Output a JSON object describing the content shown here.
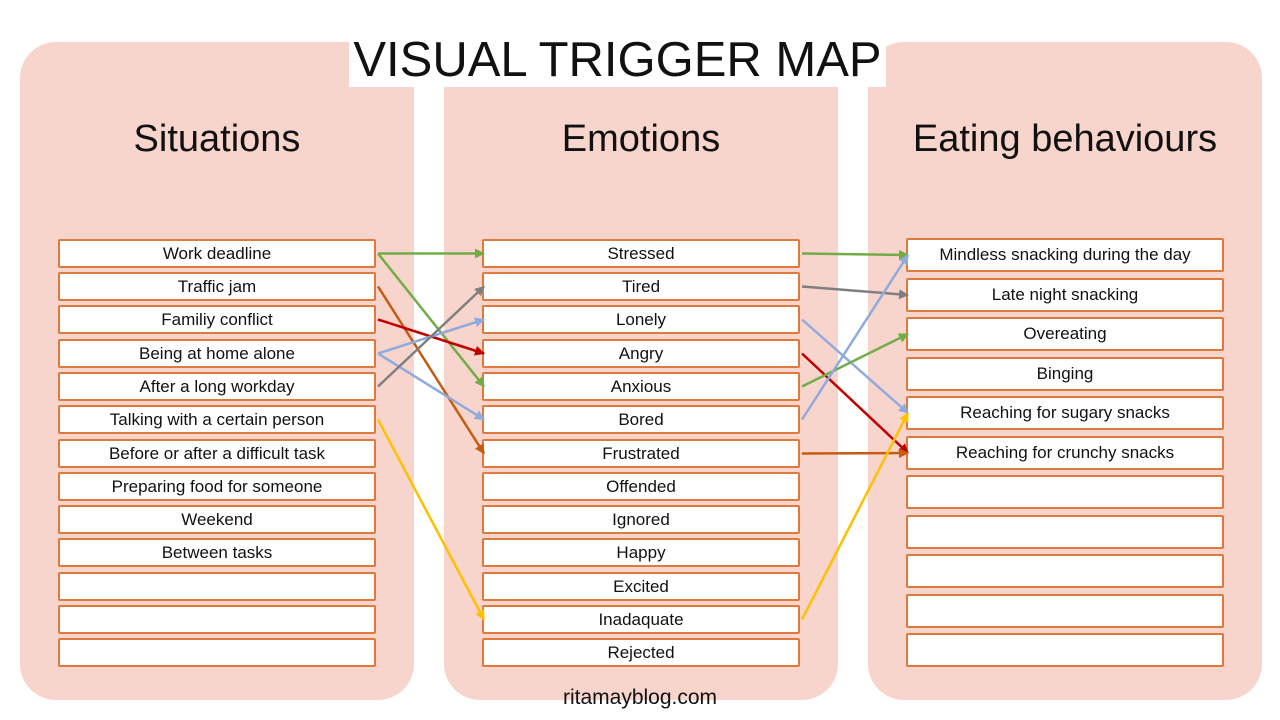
{
  "title": "VISUAL TRIGGER MAP",
  "columns": {
    "situations": {
      "header": "Situations",
      "items": [
        "Work deadline",
        "Traffic jam",
        "Familiy conflict",
        "Being at home alone",
        "After a long workday",
        "Talking with a certain person",
        "Before or after a difficult task",
        "Preparing food for someone",
        "Weekend",
        "Between tasks",
        "",
        "",
        ""
      ]
    },
    "emotions": {
      "header": "Emotions",
      "items": [
        "Stressed",
        "Tired",
        "Lonely",
        "Angry",
        "Anxious",
        "Bored",
        "Frustrated",
        "Offended",
        "Ignored",
        "Happy",
        "Excited",
        "Inadaquate",
        "Rejected"
      ]
    },
    "behaviours": {
      "header": "Eating behaviours",
      "items": [
        "Mindless snacking during the day",
        "Late night snacking",
        "Overeating",
        "Binging",
        "Reaching for sugary snacks",
        "Reaching for crunchy snacks",
        "",
        "",
        "",
        "",
        ""
      ]
    }
  },
  "links": [
    {
      "from": "Work deadline",
      "to": "Stressed",
      "color": "#70ad47"
    },
    {
      "from": "Work deadline",
      "to": "Anxious",
      "color": "#70ad47"
    },
    {
      "from": "Traffic jam",
      "to": "Frustrated",
      "color": "#c55a11"
    },
    {
      "from": "Familiy conflict",
      "to": "Angry",
      "color": "#c00000"
    },
    {
      "from": "Being at home alone",
      "to": "Lonely",
      "color": "#8faadc"
    },
    {
      "from": "Being at home alone",
      "to": "Bored",
      "color": "#8faadc"
    },
    {
      "from": "After a long workday",
      "to": "Tired",
      "color": "#7f7f7f"
    },
    {
      "from": "Talking with a certain person",
      "to": "Inadaquate",
      "color": "#ffc000"
    },
    {
      "from": "Stressed",
      "to": "Mindless snacking during the day",
      "color": "#70ad47"
    },
    {
      "from": "Tired",
      "to": "Late night snacking",
      "color": "#7f7f7f"
    },
    {
      "from": "Lonely",
      "to": "Reaching for sugary snacks",
      "color": "#8faadc"
    },
    {
      "from": "Angry",
      "to": "Reaching for crunchy snacks",
      "color": "#c00000"
    },
    {
      "from": "Anxious",
      "to": "Overeating",
      "color": "#70ad47"
    },
    {
      "from": "Bored",
      "to": "Mindless snacking during the day",
      "color": "#8faadc"
    },
    {
      "from": "Frustrated",
      "to": "Reaching for crunchy snacks",
      "color": "#c55a11"
    },
    {
      "from": "Inadaquate",
      "to": "Reaching for sugary snacks",
      "color": "#ffc000"
    }
  ],
  "footer": "ritamayblog.com"
}
